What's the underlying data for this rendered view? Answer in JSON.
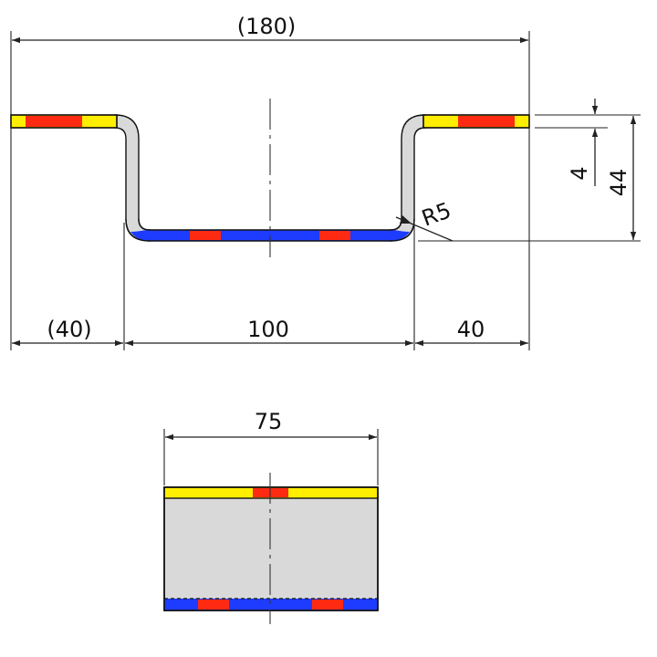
{
  "drawing": {
    "front_view": {
      "overall_width_label": "(180)",
      "left_flange_label": "(40)",
      "bottom_width_label": "100",
      "right_flange_label": "40",
      "thickness_label": "4",
      "height_label": "44",
      "bend_radius_label": "R5"
    },
    "side_view": {
      "width_label": "75"
    },
    "colors": {
      "top_face": "#ffee00",
      "bottom_face": "#1e3cff",
      "marker": "#ff2a12",
      "section_gray": "#d9d9d9",
      "line": "#111111"
    }
  }
}
